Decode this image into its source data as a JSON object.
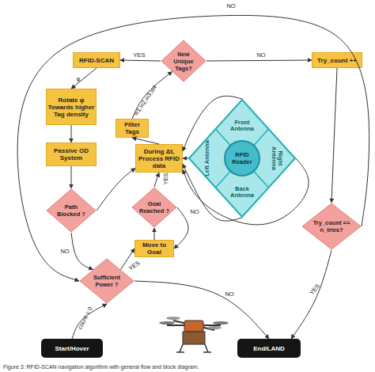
{
  "diagram": {
    "caption": "Figure 3: RFID-SCAN navigation algorithm with general flow and block diagram.",
    "nodes": [
      {
        "text": [
          "RFID-SCAN"
        ]
      },
      {
        "text": [
          "New Unique Tags?"
        ]
      },
      {
        "text": [
          "Try_count ++"
        ]
      },
      {
        "text": [
          "Rotate φ Towards higher Tag density"
        ]
      },
      {
        "text": [
          "Filter Tags"
        ]
      },
      {
        "text": [
          "Passive OD System"
        ]
      },
      {
        "text": [
          "During Δt, Process RFID data"
        ]
      },
      {
        "text": [
          "Front Antenna",
          "Left Antenna",
          "Right Antenna",
          "Back Antenna"
        ]
      },
      {
        "text": [
          "RFID Reader"
        ],
        "in": 7
      },
      {
        "text": [
          "Path Blocked ?"
        ]
      },
      {
        "text": [
          "Goal Reached ?"
        ]
      },
      {
        "text": [
          "Move to Goal"
        ]
      },
      {
        "text": [
          "Try_count == n_tries?"
        ]
      },
      {
        "text": [
          "Sufficient Power ?"
        ]
      },
      {
        "text": [
          "Start/Hover"
        ]
      },
      {
        "text": [
          "End/LAND"
        ]
      }
    ],
    "edges": [
      {
        "from": 14,
        "to": 13,
        "label": "count = 0",
        "arrow": "to"
      },
      {
        "from": 13,
        "to": 11,
        "label": "YES",
        "arrow": "to"
      },
      {
        "from": 13,
        "to": 15,
        "label": "NO",
        "arrow": "to"
      },
      {
        "from": 11,
        "to": 10,
        "arrow": "to"
      },
      {
        "from": 10,
        "to": 11,
        "label": "NO",
        "arrow": "to"
      },
      {
        "from": 10,
        "to": 6,
        "label": "YES",
        "arrow": "to"
      },
      {
        "from": 6,
        "to": 4,
        "arrow": "to"
      },
      {
        "from": 4,
        "to": 1,
        "label": "w1,w2,w3,w4",
        "arrow": "to"
      },
      {
        "from": 1,
        "to": 0,
        "label": "YES",
        "arrow": "to"
      },
      {
        "from": 1,
        "to": 2,
        "label": "NO",
        "arrow": "to"
      },
      {
        "from": 0,
        "to": 3,
        "label": "φ",
        "arrow": "to"
      },
      {
        "from": 3,
        "to": 5,
        "arrow": "to"
      },
      {
        "from": 5,
        "to": 9,
        "arrow": "to"
      },
      {
        "from": 9,
        "to": 6,
        "arrow": "to"
      },
      {
        "from": 9,
        "to": 13,
        "label": "NO",
        "arrow": "to"
      },
      {
        "from": 2,
        "to": 12,
        "arrow": "to"
      },
      {
        "from": 12,
        "to": 15,
        "label": "YES",
        "arrow": "to"
      },
      {
        "from": 12,
        "to": 13,
        "label": "NO",
        "arrow": "to"
      },
      {
        "from": 7,
        "to": 6,
        "arrow": "to"
      },
      {
        "from": 7,
        "to": 6,
        "arrow": "to"
      },
      {
        "from": 7,
        "to": 6,
        "arrow": "to"
      },
      {
        "from": 7,
        "to": 6,
        "arrow": "to"
      }
    ]
  }
}
